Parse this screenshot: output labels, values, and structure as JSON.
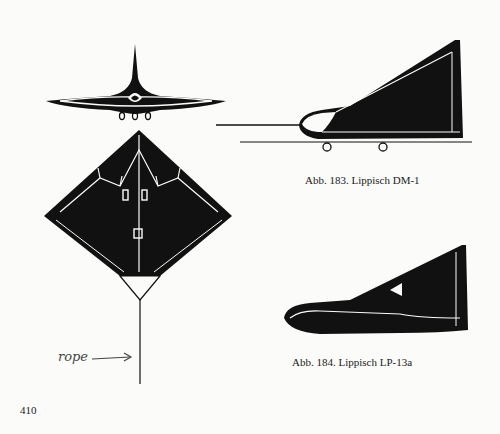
{
  "diagram": {
    "labels": [
      "Abb. 183. Lippisch DM-1",
      "Abb. 184. Lippisch LP-13a",
      "rope",
      "410"
    ]
  }
}
